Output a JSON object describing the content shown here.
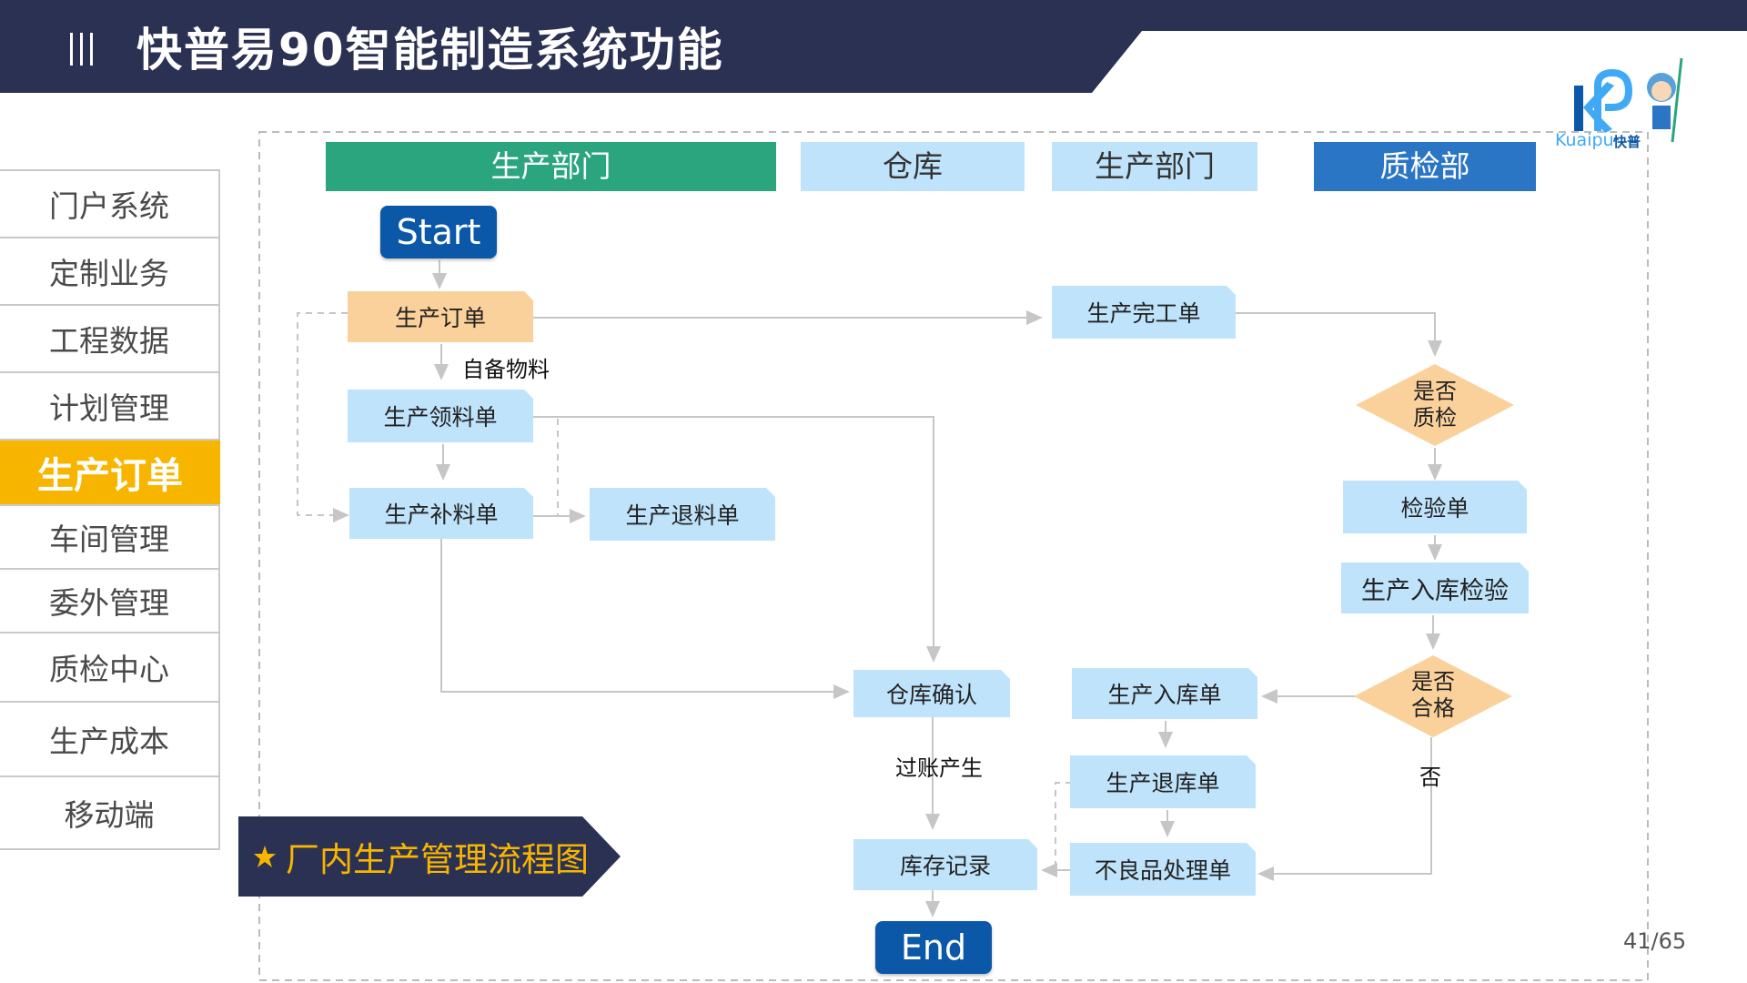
{
  "header": {
    "title": "快普易90智能制造系统功能",
    "bars_icon": "menu-bars-icon",
    "bg_color": "#2b3152",
    "accent_color": "#1f3a8a"
  },
  "logo": {
    "text": "Kuaipu",
    "text_cn": "快普"
  },
  "sidebar": {
    "items": [
      {
        "label": "门户系统"
      },
      {
        "label": "定制业务"
      },
      {
        "label": "工程数据"
      },
      {
        "label": "计划管理"
      },
      {
        "label": "生产订单",
        "active": true
      },
      {
        "label": "车间管理"
      },
      {
        "label": "委外管理"
      },
      {
        "label": "质检中心"
      },
      {
        "label": "生产成本"
      },
      {
        "label": "移动端"
      }
    ],
    "active_color": "#f8b500"
  },
  "lanes": [
    {
      "label": "生产部门",
      "bg": "#2aa57d",
      "color": "#ffffff"
    },
    {
      "label": "仓库",
      "bg": "#bfe3fb",
      "color": "#333333"
    },
    {
      "label": "生产部门",
      "bg": "#bfe3fb",
      "color": "#333333"
    },
    {
      "label": "质检部",
      "bg": "#2a75c4",
      "color": "#ffffff"
    }
  ],
  "flow": {
    "start": "Start",
    "end": "End",
    "nodes": {
      "prod_order": "生产订单",
      "self_material_label": "自备物料",
      "pick_list": "生产领料单",
      "supplement": "生产补料单",
      "return_material": "生产退料单",
      "completion": "生产完工单",
      "is_qc": "是否\n质检",
      "inspection": "检验单",
      "stock_in_inspection": "生产入库检验",
      "is_qualified": "是否\n合格",
      "no_label": "否",
      "warehouse_confirm": "仓库确认",
      "posting_label": "过账产生",
      "stock_record": "库存记录",
      "stock_in": "生产入库单",
      "stock_return": "生产退库单",
      "defect": "不良品处理单"
    }
  },
  "banner": {
    "star_icon": "star-icon",
    "label": "厂内生产管理流程图"
  },
  "page": {
    "number": "41/65"
  }
}
